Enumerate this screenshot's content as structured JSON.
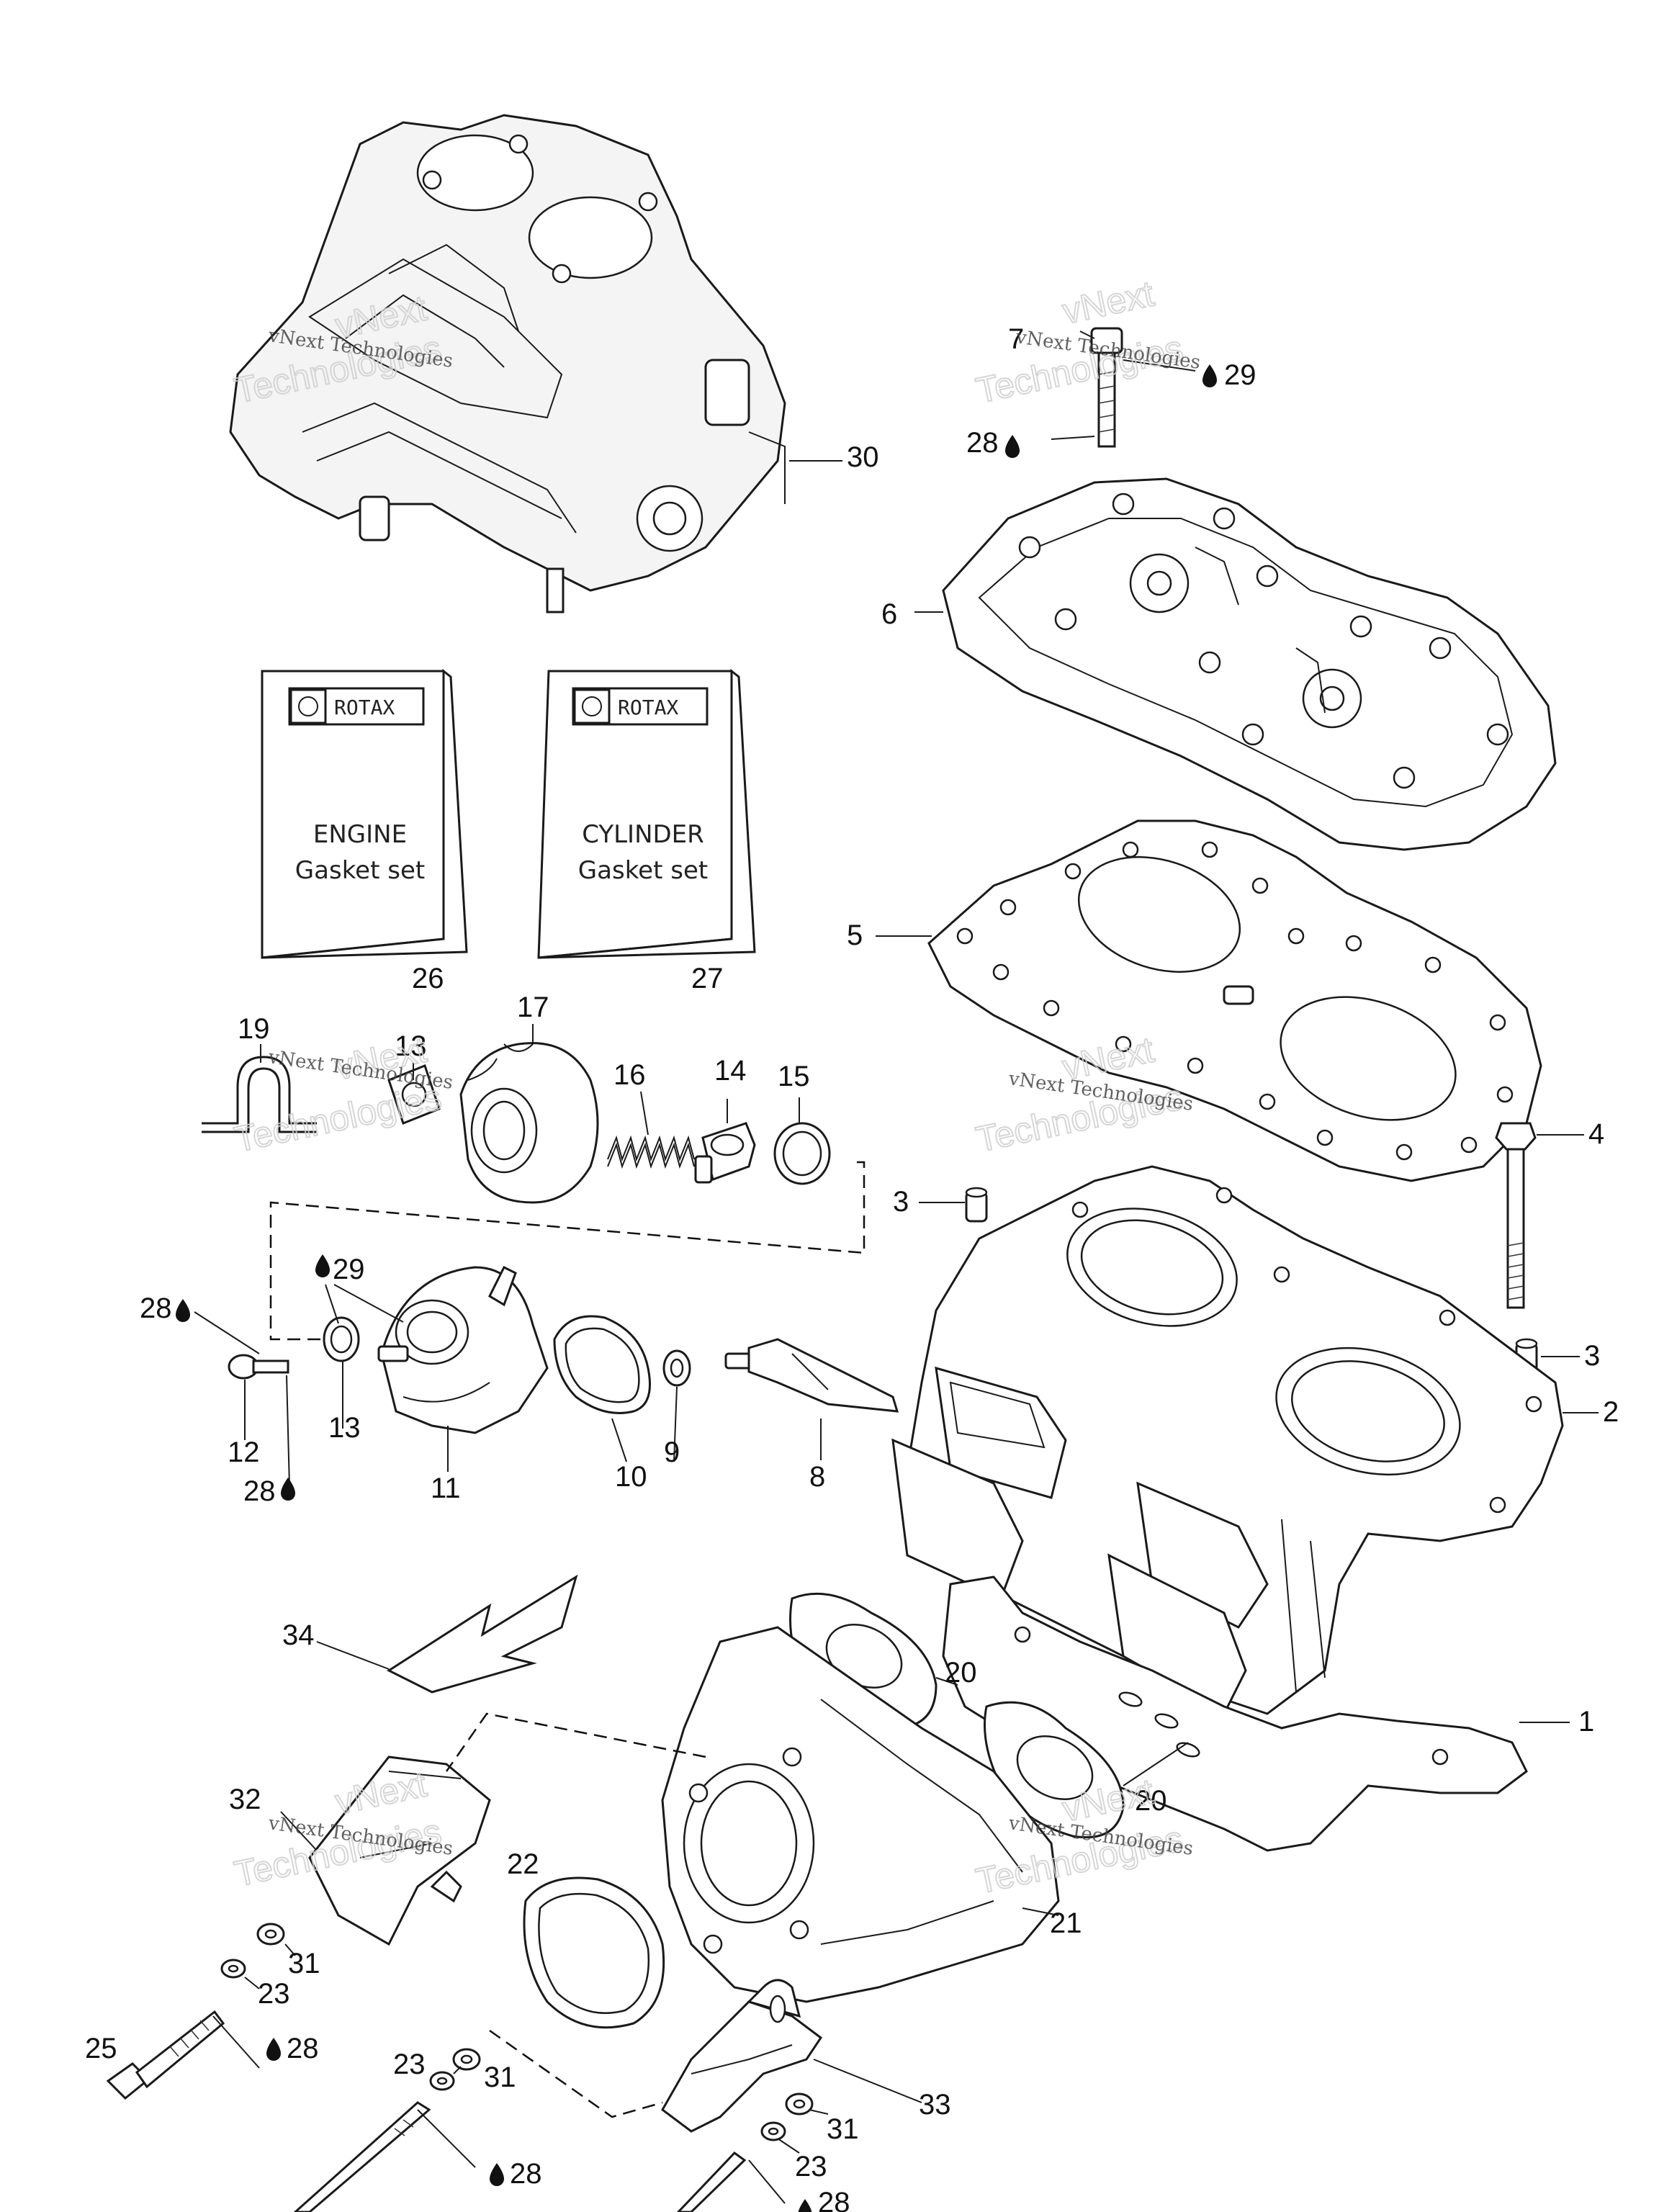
{
  "callouts": {
    "c1": "1",
    "c2": "2",
    "c3a": "3",
    "c3b": "3",
    "c4": "4",
    "c5": "5",
    "c6": "6",
    "c7": "7",
    "c8": "8",
    "c9": "9",
    "c10": "10",
    "c11": "11",
    "c12": "12",
    "c13a": "13",
    "c13b": "13",
    "c14": "14",
    "c15": "15",
    "c16": "16",
    "c17": "17",
    "c19": "19",
    "c20a": "20",
    "c20b": "20",
    "c21": "21",
    "c22": "22",
    "c23a": "23",
    "c23b": "23",
    "c23c": "23",
    "c25": "25",
    "c26": "26",
    "c27": "27",
    "c28a": "28",
    "c28b": "28",
    "c28c": "28",
    "c28d": "28",
    "c28e": "28",
    "c28f": "28",
    "c29a": "29",
    "c29b": "29",
    "c30": "30",
    "c31a": "31",
    "c31b": "31",
    "c31c": "31",
    "c32": "32",
    "c33": "33",
    "c34": "34"
  },
  "gasket_sets": [
    {
      "brand": "ROTAX",
      "line1": "ENGINE",
      "line2": "Gasket set"
    },
    {
      "brand": "ROTAX",
      "line1": "CYLINDER",
      "line2": "Gasket set"
    }
  ],
  "watermark": {
    "text": "vNext Technologies",
    "big1": "vNext",
    "big2": "Technologies"
  }
}
